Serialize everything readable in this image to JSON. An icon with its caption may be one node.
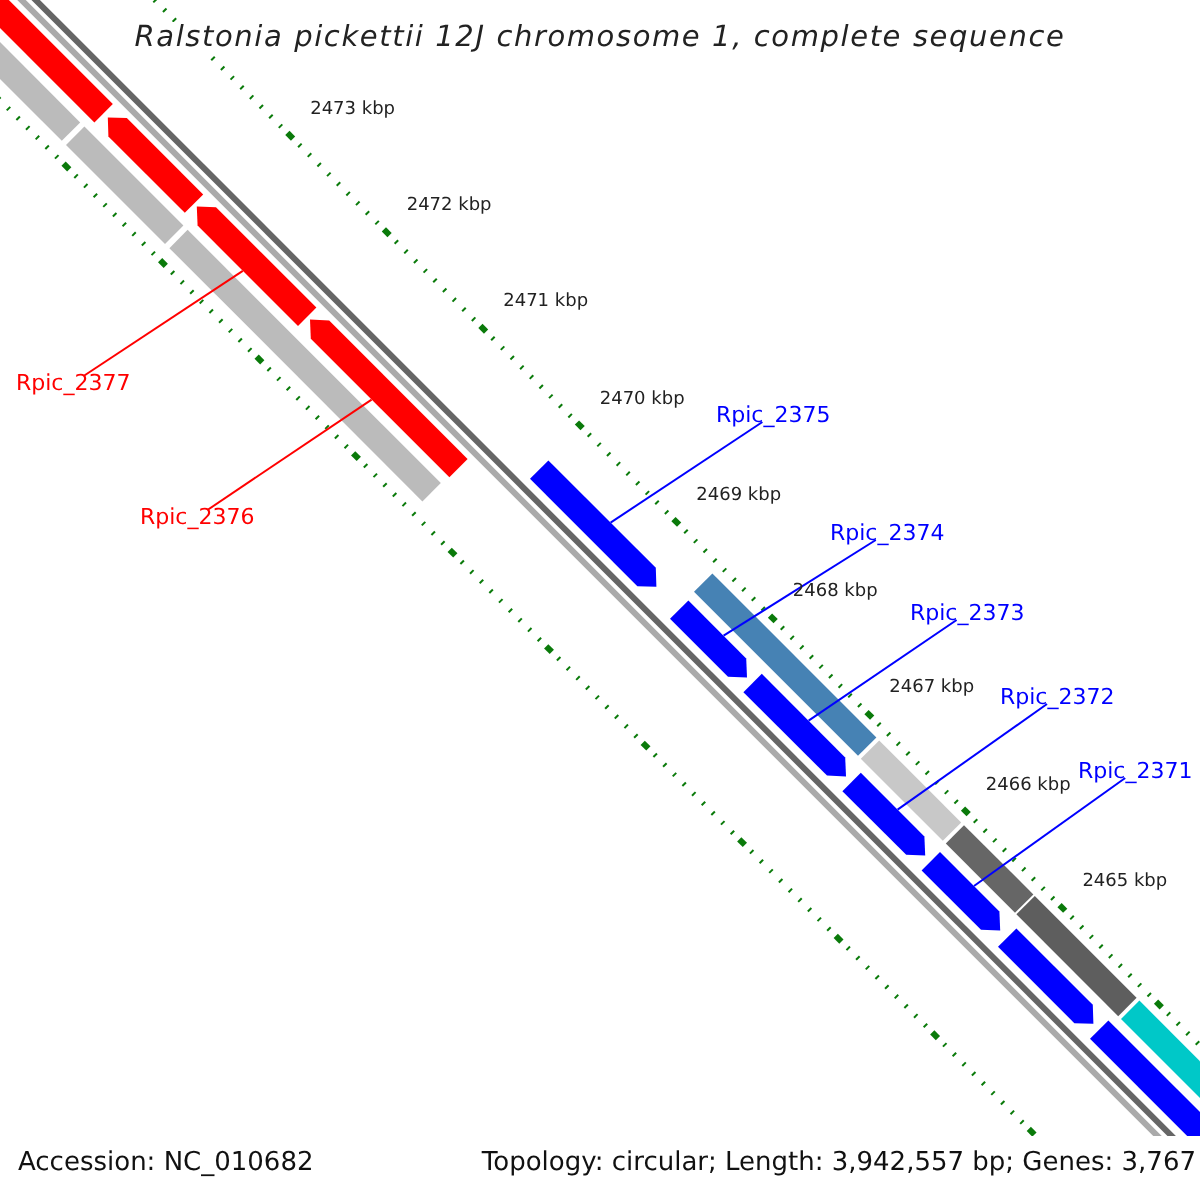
{
  "diagram": {
    "title": "Ralstonia pickettii 12J chromosome 1, complete sequence",
    "nodes": [
      {
        "text": [
          "Rpic_2377"
        ]
      },
      {
        "text": [
          "Rpic_2375"
        ]
      },
      {
        "text": [
          "Rpic_2376"
        ]
      },
      {
        "text": [
          "Rpic_2374"
        ]
      },
      {
        "text": [
          "Rpic_2373"
        ]
      },
      {
        "text": [
          "Rpic_2372"
        ]
      },
      {
        "text": [
          "Rpic_2371"
        ]
      },
      {
        "text": [],
        "shape": "arrow"
      },
      {
        "text": [],
        "shape": "bar"
      },
      {
        "text": [],
        "shape": "bar"
      },
      {
        "text": [],
        "shape": "arrow"
      },
      {
        "text": [],
        "shape": "arrow"
      },
      {
        "text": [],
        "shape": "bar"
      },
      {
        "text": [],
        "shape": "arrow"
      },
      {
        "text": [],
        "shape": "arrow"
      },
      {
        "text": [],
        "shape": "bar"
      },
      {
        "text": [],
        "shape": "arrow"
      },
      {
        "text": [],
        "shape": "arrow"
      },
      {
        "text": [],
        "shape": "bar"
      },
      {
        "text": [],
        "shape": "arrow"
      },
      {
        "text": [],
        "shape": "bar"
      },
      {
        "text": [],
        "shape": "arrow"
      },
      {
        "text": [],
        "shape": "bar"
      },
      {
        "text": [],
        "shape": "arrow"
      },
      {
        "text": [],
        "shape": "arrow"
      },
      {
        "text": [],
        "shape": "bar"
      }
    ],
    "edges": [
      {
        "from": 0,
        "to": 11,
        "arrow": "none",
        "color": "#ff0000"
      },
      {
        "from": 2,
        "to": 13,
        "arrow": "none",
        "color": "#ff0000"
      },
      {
        "from": 1,
        "to": 14,
        "arrow": "none"
      },
      {
        "from": 3,
        "to": 16,
        "arrow": "none"
      },
      {
        "from": 4,
        "to": 17,
        "arrow": "none"
      },
      {
        "from": 5,
        "to": 19,
        "arrow": "none"
      },
      {
        "from": 6,
        "to": 21,
        "arrow": "none"
      }
    ],
    "labels": [
      "2473 kbp",
      "2472 kbp",
      "2471 kbp",
      "2470 kbp",
      "2469 kbp",
      "2468 kbp",
      "2467 kbp",
      "2466 kbp",
      "2465 kbp",
      "Accession: NC_010682",
      "Topology: circular; Length: 3,942,557 bp; Genes: 3,767"
    ]
  }
}
